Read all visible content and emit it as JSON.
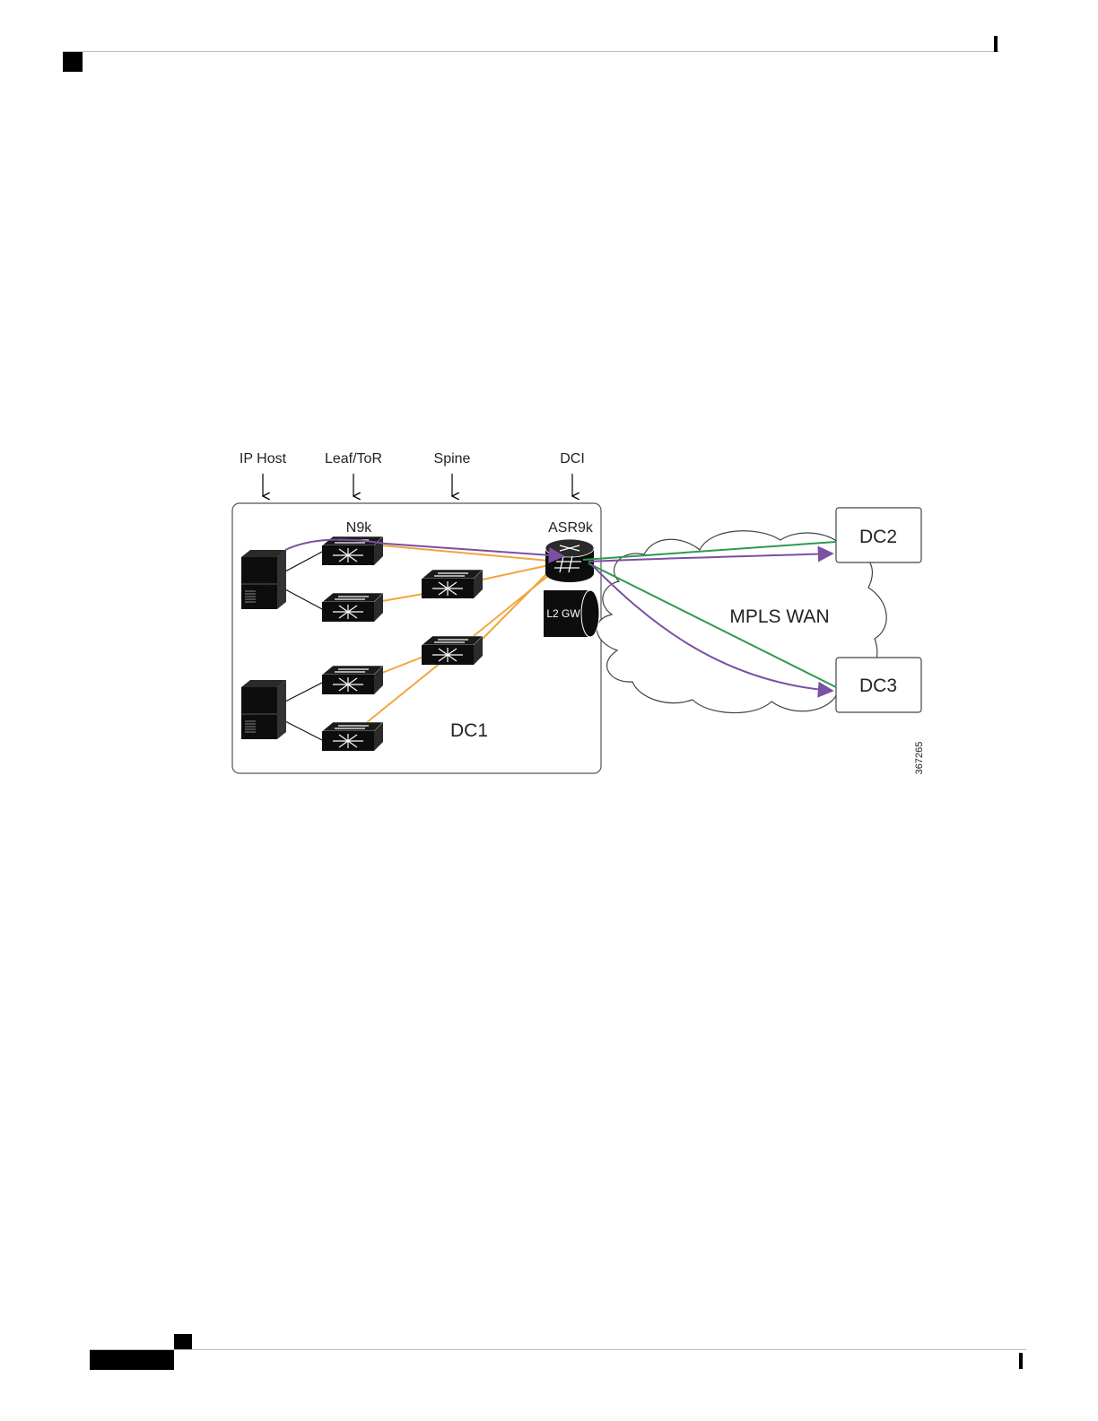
{
  "layers": {
    "ip_host": "IP Host",
    "leaf_tor": "Leaf/ToR",
    "spine": "Spine",
    "dci": "DCI"
  },
  "devices": {
    "n9k": "N9k",
    "asr9k": "ASR9k",
    "l2gw": "L2 GW"
  },
  "regions": {
    "dc1": "DC1",
    "dc2": "DC2",
    "dc3": "DC3",
    "wan": "MPLS WAN"
  },
  "figure_id": "367265",
  "colors": {
    "orange_link": "#f2a53c",
    "purple_path": "#7b4fa3",
    "green_path": "#2e9a4e",
    "device_black": "#0d0d0d"
  }
}
